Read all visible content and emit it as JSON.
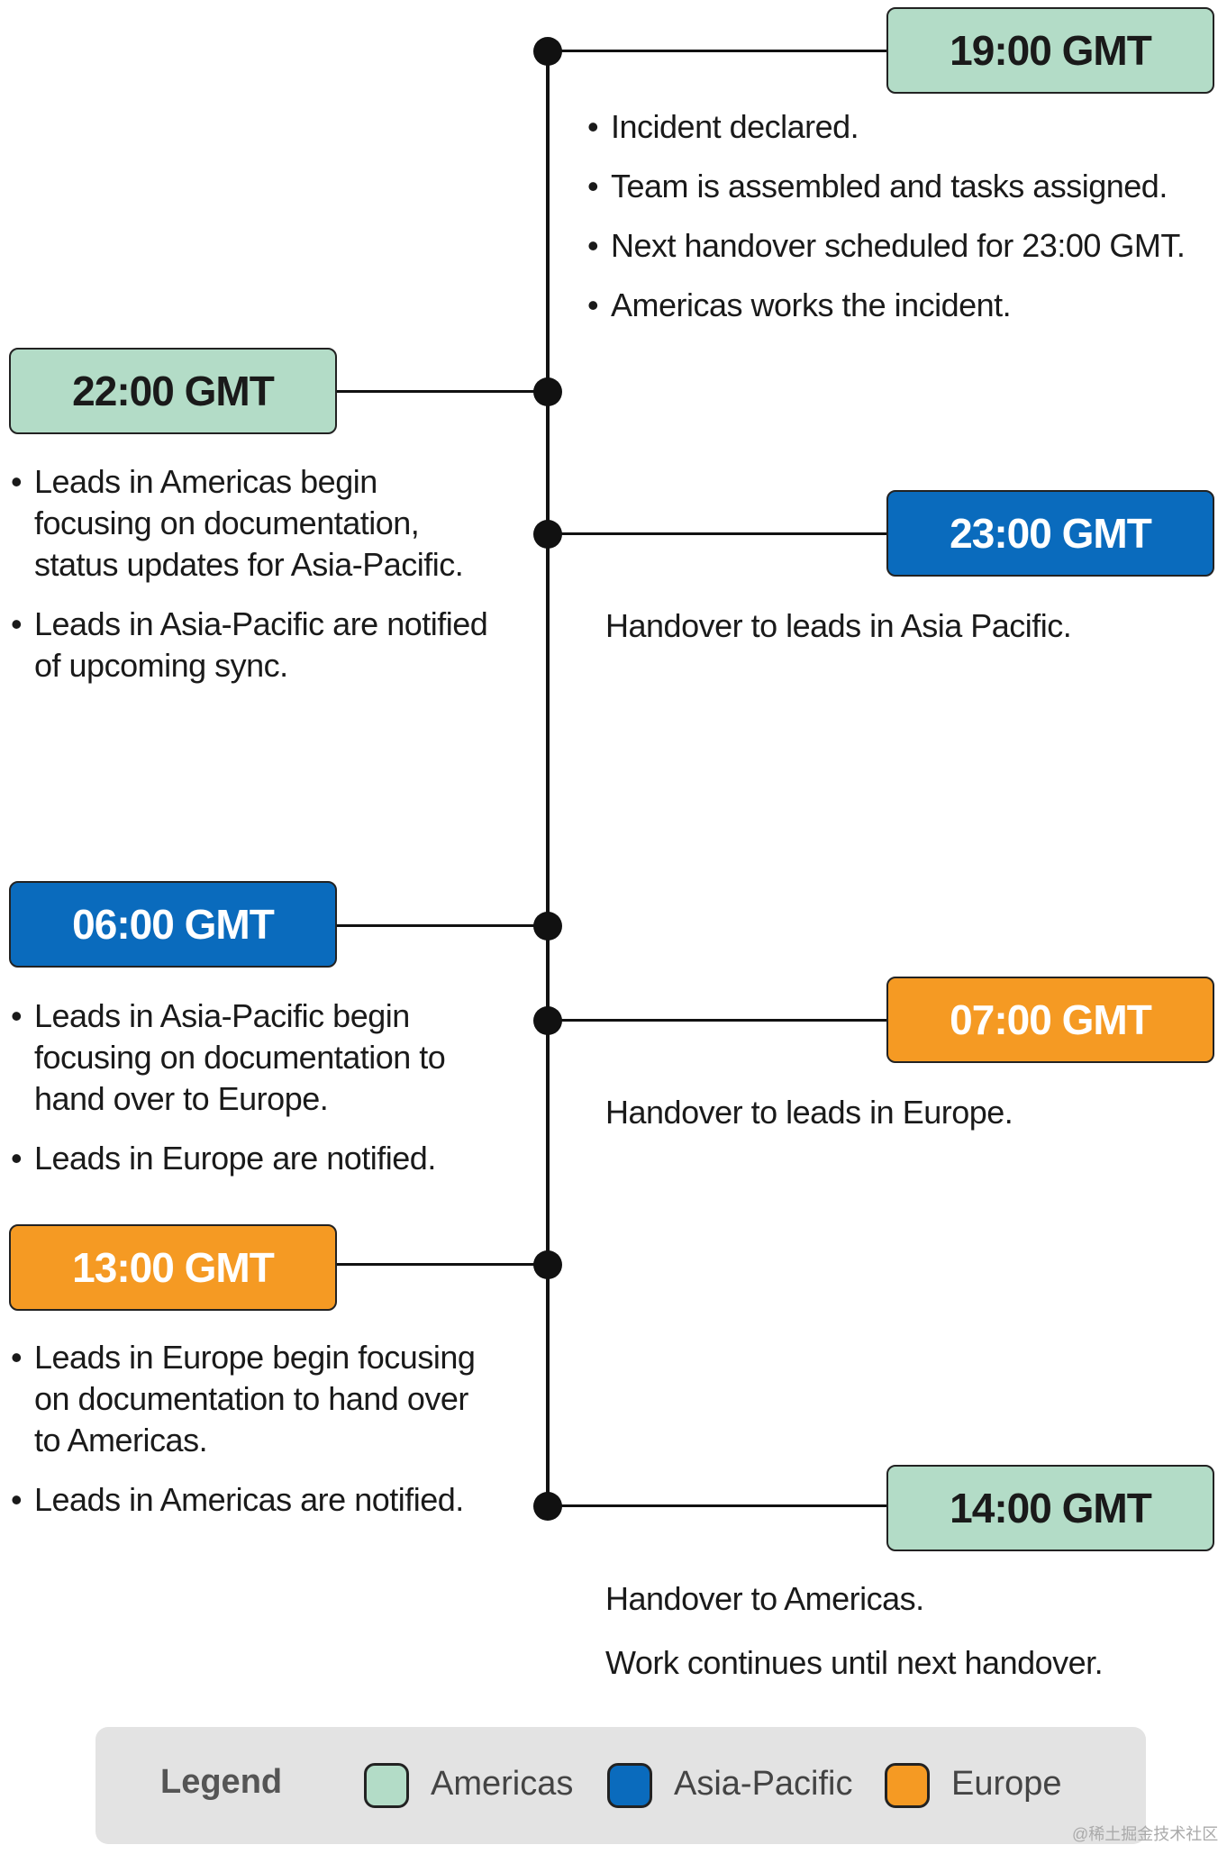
{
  "events": [
    {
      "time": "19:00 GMT",
      "region": "Americas",
      "color": "#b3dcc7",
      "bullets": [
        "Incident declared.",
        "Team is assembled and tasks assigned.",
        "Next handover scheduled for 23:00 GMT.",
        "Americas works the incident."
      ]
    },
    {
      "time": "22:00 GMT",
      "region": "Americas",
      "color": "#b3dcc7",
      "bullets": [
        "Leads in Americas begin focusing on documentation, status updates for Asia-Pacific.",
        "Leads in Asia-Pacific are notified of upcoming sync."
      ]
    },
    {
      "time": "23:00 GMT",
      "region": "Asia-Pacific",
      "color": "#0a6bbd",
      "lines": [
        "Handover to leads in Asia Pacific."
      ]
    },
    {
      "time": "06:00 GMT",
      "region": "Asia-Pacific",
      "color": "#0a6bbd",
      "bullets": [
        "Leads in Asia-Pacific begin focusing on documentation to hand over to Europe.",
        "Leads in  Europe are notified."
      ]
    },
    {
      "time": "07:00 GMT",
      "region": "Europe",
      "color": "#f59a23",
      "lines": [
        "Handover to leads in Europe."
      ]
    },
    {
      "time": "13:00 GMT",
      "region": "Europe",
      "color": "#f59a23",
      "bullets": [
        "Leads in Europe begin focusing on documentation to hand over to Americas.",
        "Leads in  Americas are notified."
      ]
    },
    {
      "time": "14:00 GMT",
      "region": "Americas",
      "color": "#b3dcc7",
      "lines": [
        "Handover to Americas.",
        "Work continues until next handover."
      ]
    }
  ],
  "legend": {
    "title": "Legend",
    "items": [
      {
        "label": "Americas",
        "color": "#b3dcc7"
      },
      {
        "label": "Asia-Pacific",
        "color": "#0a6bbd"
      },
      {
        "label": "Europe",
        "color": "#f59a23"
      }
    ]
  },
  "watermark": "@稀土掘金技术社区"
}
